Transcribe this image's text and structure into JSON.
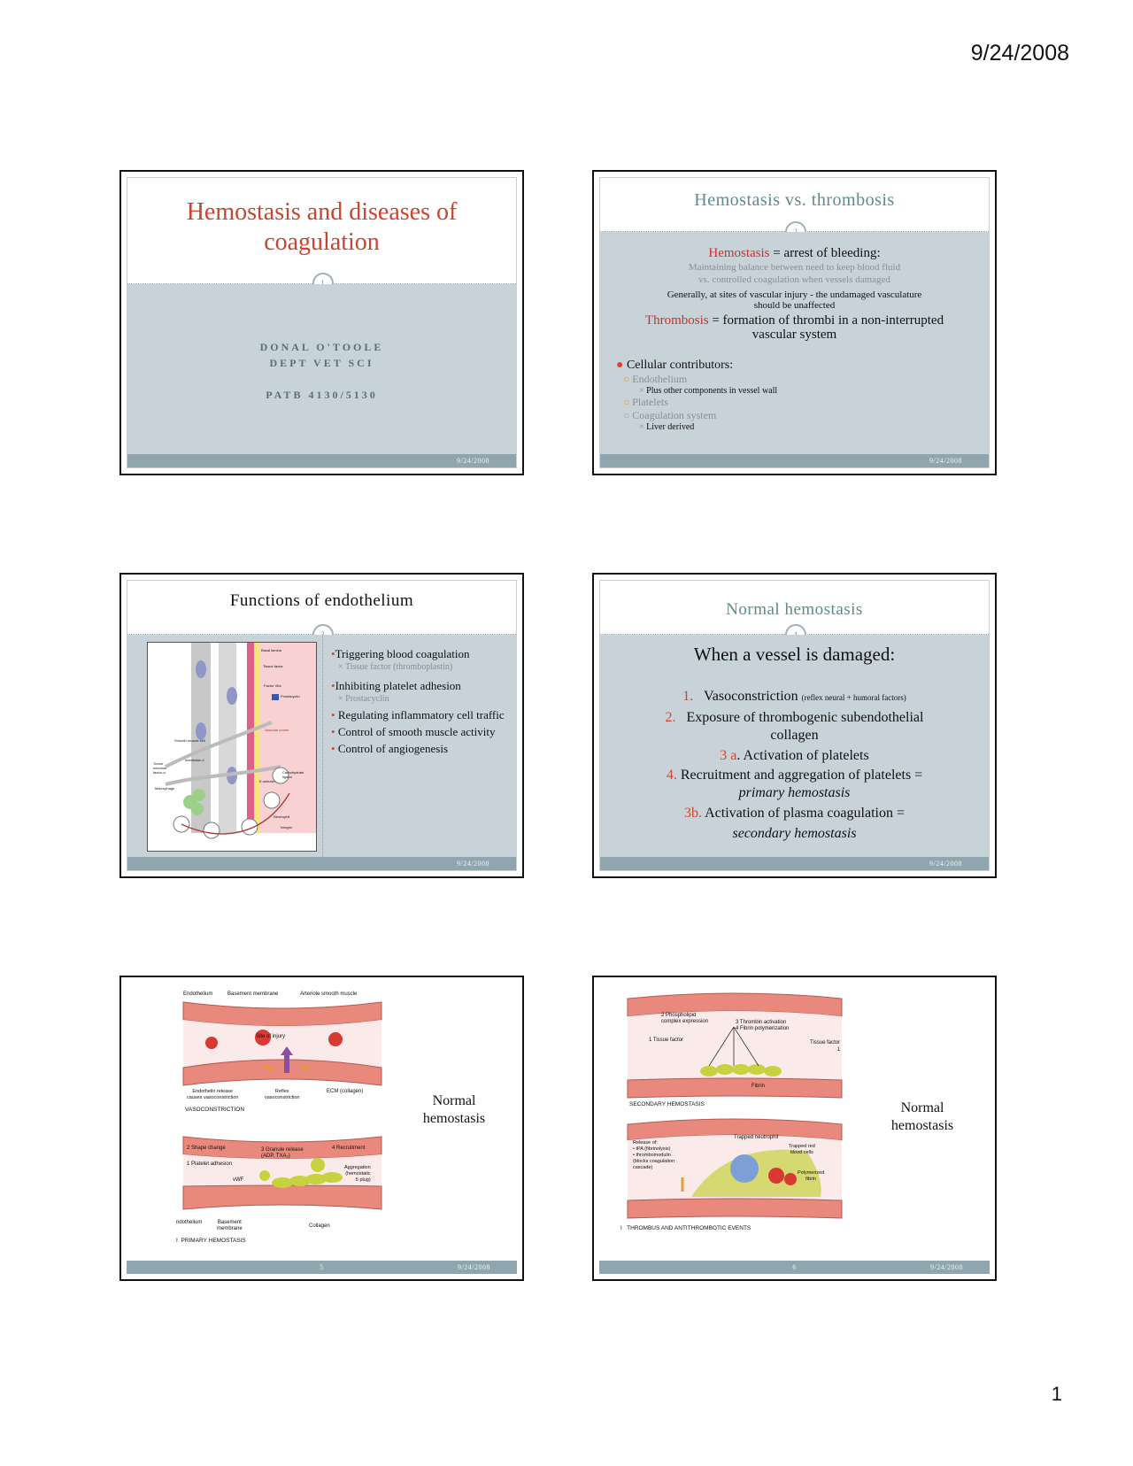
{
  "header_date": "9/24/2008",
  "page_number": "1",
  "slide1": {
    "title_line1": "Hemostasis and diseases of",
    "title_line2": "coagulation",
    "num": "1",
    "author": "DONAL O'TOOLE",
    "dept": "DEPT VET SCI",
    "course": "PATB 4130/5130",
    "footer_date": "9/24/2008"
  },
  "slide2": {
    "title": "Hemostasis vs. thrombosis",
    "num": "2",
    "hemostasis_term": "Hemostasis",
    "hemostasis_def": " = arrest of bleeding:",
    "balance_line1": "Maintaining balance between need to keep blood fluid",
    "balance_line2": "vs. controlled coagulation when vessels damaged",
    "general_line1": "Generally, at sites of vascular injury - the undamaged vasculature",
    "general_line2": "should be unaffected",
    "thrombosis_term": "Thrombosis",
    "thrombosis_def": " = formation of thrombi in a non-interrupted",
    "thrombosis_def2": "vascular system",
    "cellular": "Cellular contributors:",
    "endothelium": "Endothelium",
    "plus_other": "Plus other components in vessel wall",
    "platelets": "Platelets",
    "coag_system": "Coagulation system",
    "liver": "Liver derived",
    "footer_date": "9/24/2008"
  },
  "slide3": {
    "title": "Functions of endothelium",
    "num": "3",
    "items": [
      {
        "text": "Triggering blood coagulation",
        "sub": "Tissue factor (thromboplastin)"
      },
      {
        "text": "Inhibiting platelet adhesion",
        "sub": "Prostacyclin"
      },
      {
        "text": "Regulating inflammatory cell traffic",
        "sub": ""
      },
      {
        "text": "Control of smooth muscle activity",
        "sub": ""
      },
      {
        "text": "Control of angiogenesis",
        "sub": ""
      }
    ],
    "fig_labels": {
      "basal": "Basal lamina",
      "tissue": "Tissue factor",
      "factor": "Factor VIIa",
      "prostacyclin": "Prostacyclin",
      "lumen": "Vascular lumen",
      "smooth": "Smooth muscle cell",
      "tnf": "Tumor necrosis factor-α",
      "il": "Interleukin-1",
      "carb": "Carbohydrate ligand",
      "esel": "E-selectin",
      "mac": "Macrophage",
      "neut": "Neutrophil",
      "integrin": "Integrin"
    },
    "footer_date": "9/24/2008"
  },
  "slide4": {
    "title": "Normal hemostasis",
    "num": "4",
    "heading": "When a vessel is damaged:",
    "s1_num": "1.",
    "s1": "Vasoconstriction",
    "s1_small": "(reflex neural + humoral factors)",
    "s2_num": "2.",
    "s2a": "Exposure of thrombogenic subendothelial",
    "s2b": "collagen",
    "s3_num": "3 a",
    "s3": ". Activation of platelets",
    "s4_num": "4.",
    "s4a": "Recruitment and aggregation of platelets =",
    "s4b": "primary hemostasis",
    "s5_num": "3b.",
    "s5a": "Activation of plasma coagulation =",
    "s5b": "secondary hemostasis",
    "footer_date": "9/24/2008"
  },
  "slide5": {
    "caption1": "Normal",
    "caption2": "hemostasis",
    "labels": {
      "endo": "Endothelium",
      "bm": "Basement membrane",
      "asm": "Arteriole smooth muscle",
      "site": "Site of injury",
      "er1": "Endothelin release",
      "er2": "causes vasoconstriction",
      "rv1": "Reflex",
      "rv2": "vasoconstriction",
      "ecm": "ECM (collagen)",
      "vaso": "VASOCONSTRICTION",
      "shape": "Shape change",
      "granule1": "Granule release",
      "granule2": "(ADP, TXA₂)",
      "recruit": "Recruitment",
      "adhesion": "Platelet adhesion",
      "vwf": "vWF",
      "agg1": "Aggregation",
      "agg2": "(hemostatic",
      "agg3": "plug)",
      "n1": "1",
      "n2": "2",
      "n3": "3",
      "n4": "4",
      "n5": "5",
      "endo2": "ndothelium",
      "bm2a": "Basement",
      "bm2b": "membrane",
      "collagen": "Collagen",
      "primary": "PRIMARY HEMOSTASIS",
      "roman": "I"
    },
    "num": "5",
    "footer_date": "9/24/2008"
  },
  "slide6": {
    "caption1": "Normal",
    "caption2": "hemostasis",
    "labels": {
      "phos1": "Phospholipid",
      "phos2": "complex expression",
      "thrombin": "Thrombin activation",
      "fibrinpoly": "Fibrin polymerization",
      "tf1": "Tissue factor",
      "tf2": "Tissue factor",
      "fibrin": "Fibrin",
      "secondary": "SECONDARY HEMOSTASIS",
      "release": "Release of:",
      "tpa": "• tPA (fibrinolysis)",
      "tm": "• thrombomodulin",
      "blocks1": "(blocks coagulation",
      "blocks2": "cascade)",
      "neut": "Trapped neutrophil",
      "rbc1": "Trapped red",
      "rbc2": "blood cells",
      "poly1": "Polymerized",
      "poly2": "fibrin",
      "thrombus": "THROMBUS AND ANTITHROMBOTIC EVENTS",
      "roman": "I",
      "n1": "1",
      "n2": "2",
      "n3": "3",
      "n4": "4"
    },
    "num": "6",
    "footer_date": "9/24/2008"
  },
  "colors": {
    "slide_body": "#c7d2d9",
    "footer_bar": "#8fa6ae",
    "accent_red": "#c8322a",
    "title_teal": "#5d8a8a"
  }
}
